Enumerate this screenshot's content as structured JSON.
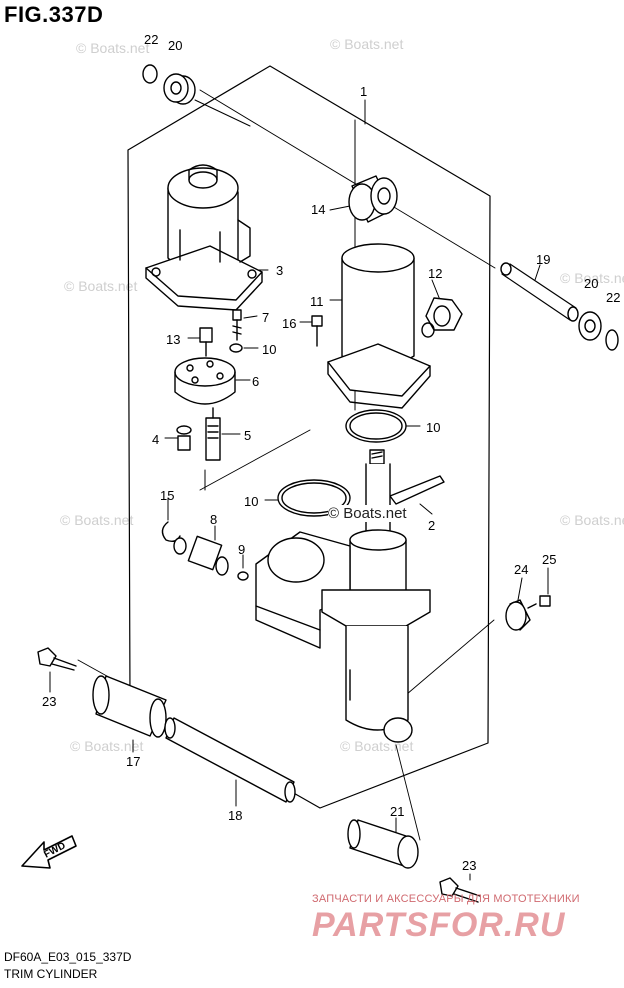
{
  "figure": {
    "title": "FIG.337D",
    "code": "DF60A_E03_015_337D",
    "name": "TRIM CYLINDER"
  },
  "watermark": {
    "text": "© Boats.net"
  },
  "store": {
    "subtitle": "ЗАПЧАСТИ И АКСЕССУАРЫ ДЛЯ МОТОТЕХНИКИ",
    "logo": "PARTSFOR.RU"
  },
  "fwd_label": "FWD",
  "callouts": [
    "22",
    "20",
    "1",
    "14",
    "3",
    "19",
    "20",
    "22",
    "12",
    "11",
    "16",
    "7",
    "13",
    "10",
    "6",
    "4",
    "5",
    "10",
    "15",
    "10",
    "2",
    "8",
    "9",
    "25",
    "24",
    "23",
    "17",
    "18",
    "21",
    "23"
  ],
  "colors": {
    "line": "#000000",
    "watermark": "#cfcfcf",
    "store": "#e7a0a4"
  }
}
